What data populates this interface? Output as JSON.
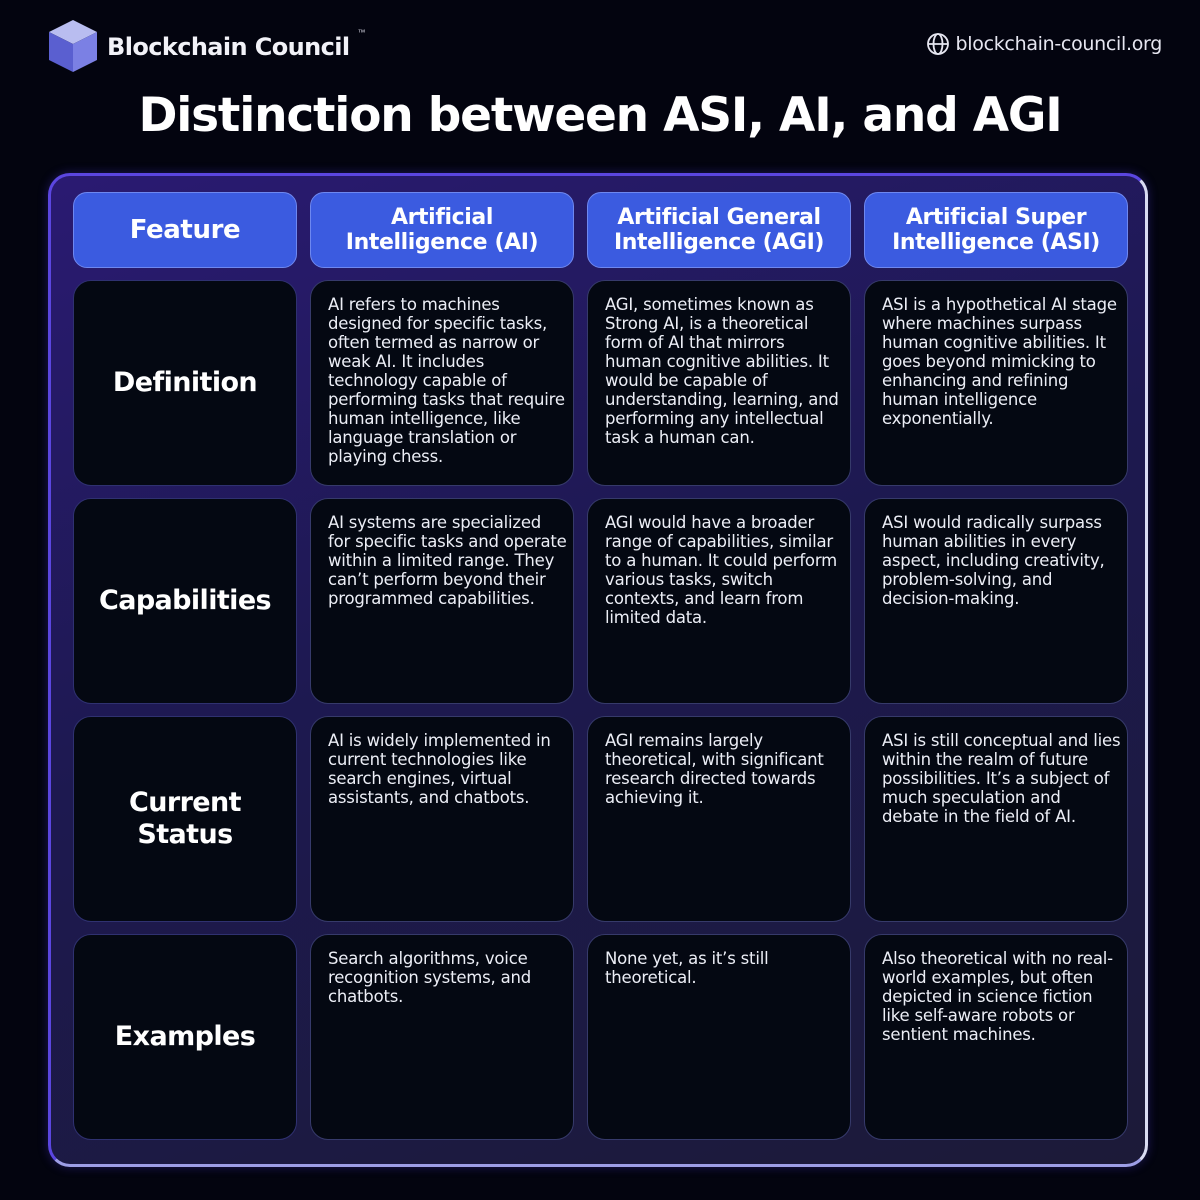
{
  "brand": {
    "name": "Blockchain Council",
    "trademark": "™",
    "logo_icon": "cube-icon",
    "colors": {
      "cube_top": "#b9bdf0",
      "cube_left": "#5a5fd0",
      "cube_right": "#7b80e4"
    }
  },
  "website": {
    "icon": "globe-icon",
    "label": "blockchain-council.org"
  },
  "page_title": "Distinction between ASI, AI, and AGI",
  "colors": {
    "background": "#03040f",
    "header_cell": "#3b5be0",
    "body_cell": "#040812",
    "panel_border": "#5b46e0"
  },
  "table": {
    "headers": [
      "Feature",
      "Artificial Intelligence (AI)",
      "Artificial General Intelligence (AGI)",
      "Artificial Super Intelligence (ASI)"
    ],
    "rows": [
      {
        "feature": "Definition",
        "ai": "AI refers to machines designed for specific tasks, often termed as narrow or weak AI. It includes technology capable of performing tasks that require human intelligence, like language translation or playing chess.",
        "agi": "AGI, sometimes known as Strong AI, is a theoretical form of AI that mirrors human cognitive abilities. It would be capable of understanding, learning, and performing any intellectual task a human can.",
        "asi": "ASI is a hypothetical AI stage where machines surpass human cognitive abilities. It goes beyond mimicking to enhancing and refining human intelligence exponentially."
      },
      {
        "feature": "Capabilities",
        "ai": "AI systems are specialized for specific tasks and operate within a limited range. They can’t perform beyond their programmed capabilities.",
        "agi": "AGI would have a broader range of capabilities, similar to a human. It could perform various tasks, switch contexts, and learn from limited data.",
        "asi": "ASI would radically surpass human abilities in every aspect, including creativity, problem-solving, and decision-making."
      },
      {
        "feature": "Current Status",
        "ai": "AI is widely implemented in current technologies like search engines, virtual assistants, and chatbots.",
        "agi": "AGI remains largely theoretical, with significant research directed towards achieving it.",
        "asi": "ASI is still conceptual and lies within the realm of future possibilities. It’s a subject of much speculation and debate in the field of AI."
      },
      {
        "feature": "Examples",
        "ai": "Search algorithms, voice recognition systems, and chatbots.",
        "agi": "None yet, as it’s still theoretical.",
        "asi": "Also theoretical with no real-world examples, but often depicted in science fiction like self-aware robots or sentient machines."
      }
    ]
  }
}
